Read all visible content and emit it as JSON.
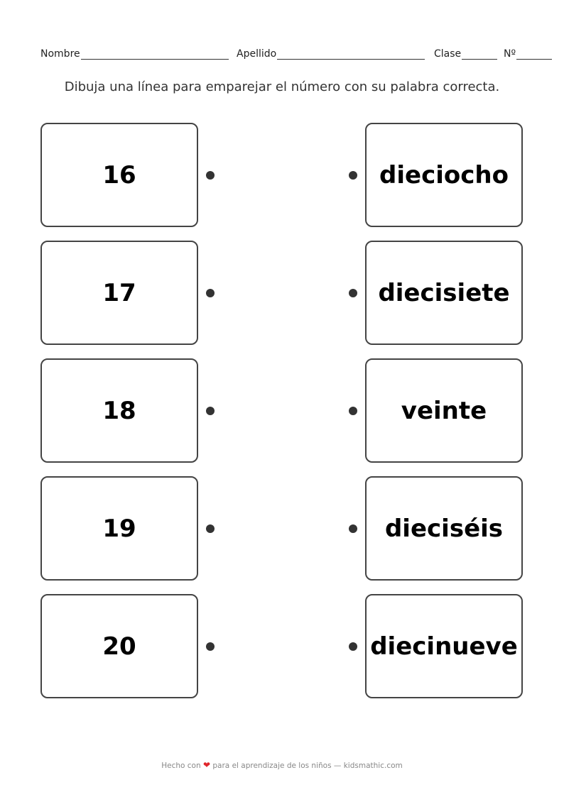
{
  "header": {
    "nombre_label": "Nombre",
    "apellido_label": "Apellido",
    "clase_label": "Clase",
    "numero_label": "Nº"
  },
  "instruction": "Dibuja una línea para emparejar el número con su palabra correcta.",
  "left_items": [
    {
      "label": "16"
    },
    {
      "label": "17"
    },
    {
      "label": "18"
    },
    {
      "label": "19"
    },
    {
      "label": "20"
    }
  ],
  "right_items": [
    {
      "label": "dieciocho"
    },
    {
      "label": "diecisiete"
    },
    {
      "label": "veinte"
    },
    {
      "label": "dieciséis"
    },
    {
      "label": "diecinueve"
    }
  ],
  "footer": {
    "prefix": "Hecho con",
    "heart": "❤",
    "suffix": "para el aprendizaje de los niños — kidsmathic.com"
  },
  "colors": {
    "heart": "#e0262b",
    "border": "#444444",
    "footer_text": "#888888"
  }
}
